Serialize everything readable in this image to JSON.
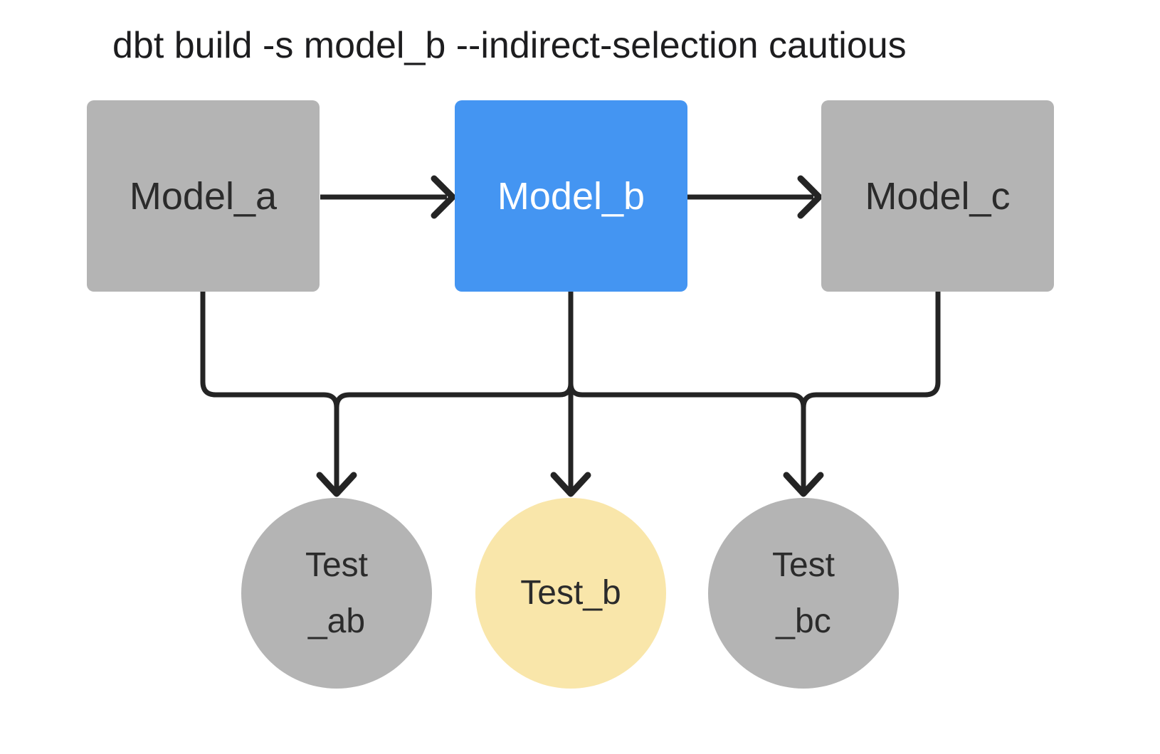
{
  "title": {
    "text": "dbt build -s model_b --indirect-selection cautious"
  },
  "colors": {
    "background": "#ffffff",
    "connector": "#242424",
    "model_unselected_fill": "#b4b4b4",
    "model_selected_fill": "#4495f2",
    "test_unselected_fill": "#b4b4b4",
    "test_indirect_selected_fill": "#f9e6aa",
    "dark_text": "#2b2b2b",
    "light_text": "#ffffff",
    "title_text": "#1d1d1f"
  },
  "nodes": {
    "model_a": {
      "label": "Model_a",
      "kind": "model",
      "state": "unselected",
      "fill": "#b4b4b4",
      "text": "#2b2b2b"
    },
    "model_b": {
      "label": "Model_b",
      "kind": "model",
      "state": "selected",
      "fill": "#4495f2",
      "text": "#ffffff"
    },
    "model_c": {
      "label": "Model_c",
      "kind": "model",
      "state": "unselected",
      "fill": "#b4b4b4",
      "text": "#2b2b2b"
    },
    "test_ab": {
      "label": "Test\n_ab",
      "kind": "test",
      "state": "unselected",
      "fill": "#b4b4b4",
      "text": "#2b2b2b"
    },
    "test_b": {
      "label": "Test_b",
      "kind": "test",
      "state": "indirectly-selected",
      "fill": "#f9e6aa",
      "text": "#2b2b2b"
    },
    "test_bc": {
      "label": "Test\n_bc",
      "kind": "test",
      "state": "unselected",
      "fill": "#b4b4b4",
      "text": "#2b2b2b"
    }
  },
  "edges": [
    {
      "from": "model_a",
      "to": "model_b"
    },
    {
      "from": "model_b",
      "to": "model_c"
    },
    {
      "from": "model_a",
      "to": "test_ab"
    },
    {
      "from": "model_b",
      "to": "test_ab"
    },
    {
      "from": "model_b",
      "to": "test_b"
    },
    {
      "from": "model_b",
      "to": "test_bc"
    },
    {
      "from": "model_c",
      "to": "test_bc"
    }
  ]
}
